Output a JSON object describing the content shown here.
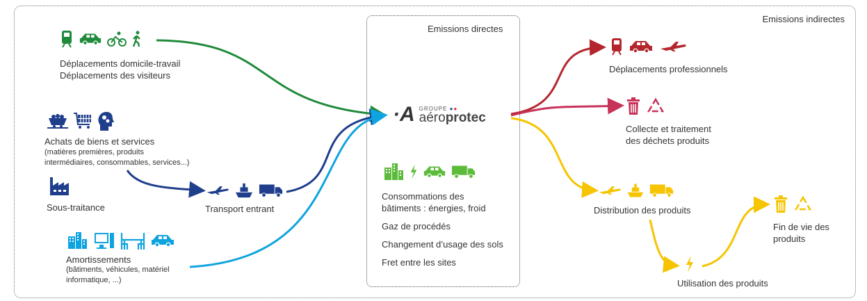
{
  "labels": {
    "direct": "Emissions directes",
    "indirect": "Emissions indirectes"
  },
  "logo": {
    "group": "GROUPE",
    "name_a": "aéro",
    "name_b": "protec"
  },
  "left": {
    "commute": [
      "Déplacements domicile-travail",
      "Déplacements des visiteurs"
    ],
    "purchases": {
      "title": "Achats de biens et services",
      "detail1": "(matières premières, produits",
      "detail2": "intermédiaires, consommables, services...)"
    },
    "subcontracting": "Sous-traitance",
    "inbound": "Transport entrant",
    "depreciation": {
      "title": "Amortissements",
      "detail1": "(bâtiments, véhicules, matériel",
      "detail2": "informatique, ...)"
    }
  },
  "center": {
    "items": [
      "Consommations des",
      "bâtiments : énergies, froid",
      "Gaz de procédés",
      "Changement d’usage des sols",
      "Fret entre les sites"
    ]
  },
  "right": {
    "business_travel": "Déplacements professionnels",
    "waste1": "Collecte et traitement",
    "waste2": "des déchets produits",
    "distribution": "Distribution des produits",
    "use": "Utilisation des produits",
    "eol1": "Fin de vie des",
    "eol2": "produits"
  },
  "colors": {
    "green": "#1f8a3b",
    "navy": "#1f3e8c",
    "blue": "#0fa3df",
    "red": "#b3262d",
    "pink": "#c73259",
    "yellow": "#f6c400",
    "lime": "#5dbb3b"
  }
}
